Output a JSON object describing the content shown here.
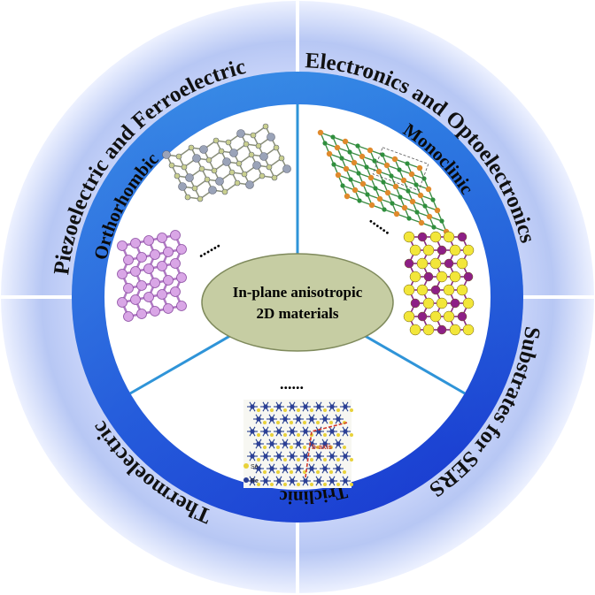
{
  "outer_labels": {
    "top_left": "Piezoelectric and Ferroelectric",
    "top_right": "Electronics and Optoelectronics",
    "bottom_right": "Substrates for SERS",
    "bottom_left": "Thermoelectric"
  },
  "ring_labels": {
    "left": "Orthorhombic",
    "right": "Monoclinic",
    "bottom": "Triclinic"
  },
  "center": {
    "line1": "In-plane anisotropic",
    "line2": "2D materials"
  },
  "ellipsis": {
    "left": "......",
    "right": "......",
    "bottom": "......"
  },
  "inset_text": {
    "legend_se": "Se",
    "legend_re": "Re",
    "axis_label": "b-axis"
  },
  "colors": {
    "outer_band": "#b9c8f2",
    "ring_light": "#3fa7e6",
    "ring_dark": "#1533d6",
    "center_ellipse": "#c8cfa4",
    "divider": "#2f94d8"
  }
}
